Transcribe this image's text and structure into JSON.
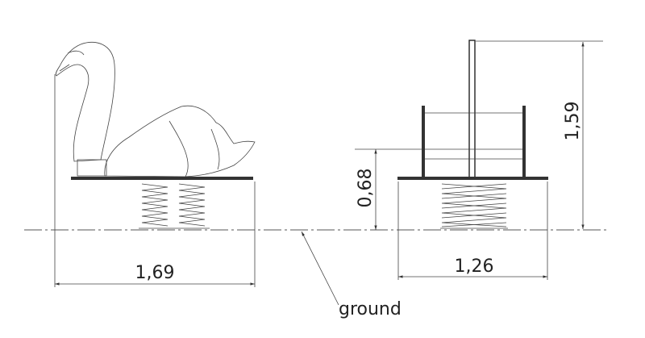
{
  "dimensions": {
    "left_width": "1,69",
    "right_width": "1,26",
    "seat_height": "0,68",
    "total_height": "1,59"
  },
  "ground_label": "ground"
}
